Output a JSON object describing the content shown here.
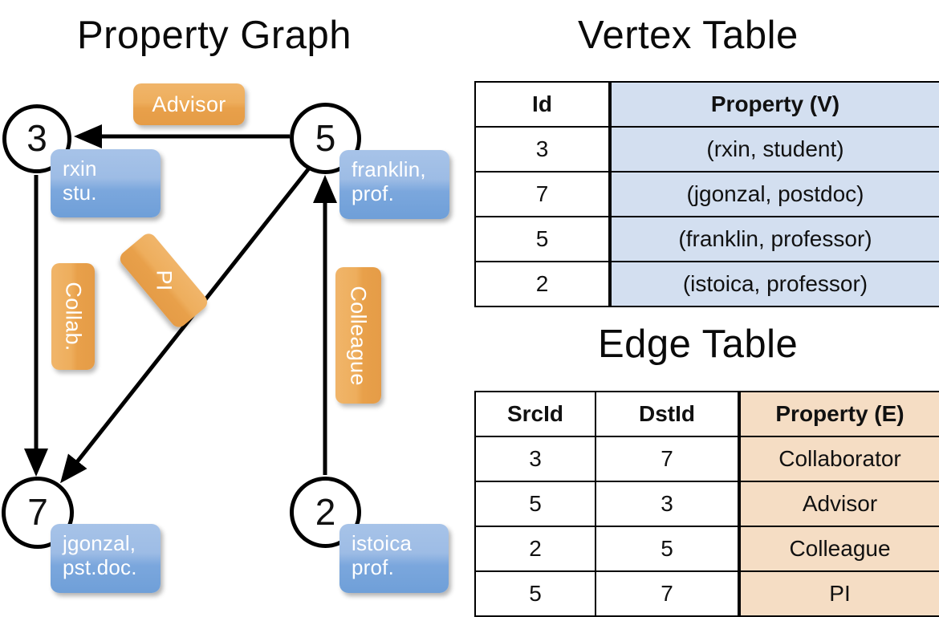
{
  "titles": {
    "property_graph": "Property Graph",
    "vertex_table": "Vertex Table",
    "edge_table": "Edge Table"
  },
  "graph": {
    "nodes": [
      {
        "id": "3",
        "property_line1": "rxin",
        "property_line2": "stu."
      },
      {
        "id": "5",
        "property_line1": "franklin,",
        "property_line2": "prof."
      },
      {
        "id": "7",
        "property_line1": "jgonzal,",
        "property_line2": "pst.doc."
      },
      {
        "id": "2",
        "property_line1": "istoica",
        "property_line2": "prof."
      }
    ],
    "edge_labels": {
      "advisor": "Advisor",
      "collab": "Collab.",
      "pi": "PI",
      "colleague": "Colleague"
    }
  },
  "vertex_table": {
    "headers": [
      "Id",
      "Property (V)"
    ],
    "rows": [
      [
        "3",
        "(rxin, student)"
      ],
      [
        "7",
        "(jgonzal, postdoc)"
      ],
      [
        "5",
        "(franklin, professor)"
      ],
      [
        "2",
        "(istoica, professor)"
      ]
    ]
  },
  "edge_table": {
    "headers": [
      "SrcId",
      "DstId",
      "Property (E)"
    ],
    "rows": [
      [
        "3",
        "7",
        "Collaborator"
      ],
      [
        "5",
        "3",
        "Advisor"
      ],
      [
        "2",
        "5",
        "Colleague"
      ],
      [
        "5",
        "7",
        "PI"
      ]
    ]
  },
  "colors": {
    "vertex_property_fill": "#d3dff0",
    "edge_property_fill": "#f5ddc4",
    "node_property_box": "#7ba7dd",
    "edge_label_box": "#e8a04a",
    "stroke": "#000000"
  }
}
